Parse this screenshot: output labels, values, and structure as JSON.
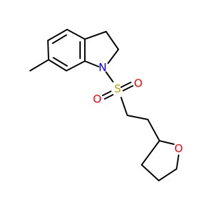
{
  "molecule": {
    "atoms": {
      "nitrogen": {
        "symbol": "N",
        "color": "#0000ff"
      },
      "sulfur": {
        "symbol": "S",
        "color": "#b8a000"
      },
      "oxygen_top": {
        "symbol": "O",
        "color": "#ff0000"
      },
      "oxygen_left": {
        "symbol": "O",
        "color": "#ff0000"
      },
      "oxygen_ring": {
        "symbol": "O",
        "color": "#ff0000"
      }
    },
    "bond_color": "#000000",
    "background": "#ffffff"
  }
}
